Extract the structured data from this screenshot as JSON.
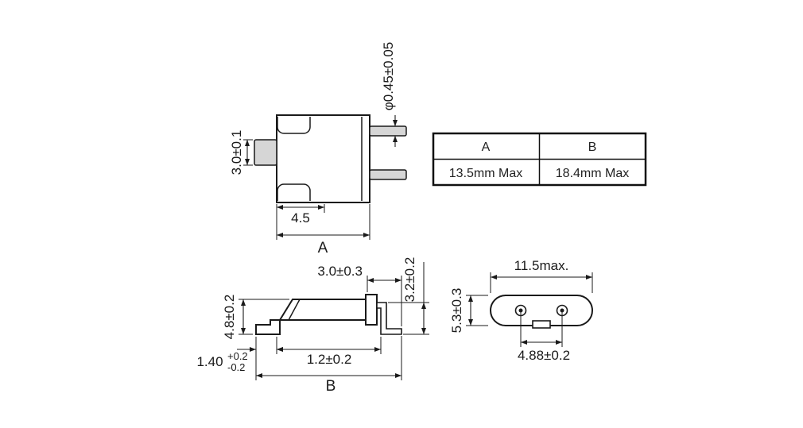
{
  "front_view": {
    "tab_height": "3.0±0.1",
    "lead_diameter": "φ0.45±0.05",
    "flange_width": "4.5",
    "overall_width_label": "A"
  },
  "dimension_table": {
    "col_a_header": "A",
    "col_b_header": "B",
    "col_a_value": "13.5mm Max",
    "col_b_value": "18.4mm Max"
  },
  "side_view": {
    "lead_length": "3.0±0.3",
    "lead_height": "3.2±0.2",
    "body_height": "4.8±0.2",
    "foot_length": "1.40",
    "foot_tol_plus": "+0.2",
    "foot_tol_minus": "-0.2",
    "lead_spacing": "1.2±0.2",
    "overall_length_label": "B"
  },
  "bottom_view": {
    "body_length": "11.5max.",
    "body_width": "5.3±0.3",
    "lead_pitch": "4.88±0.2"
  }
}
